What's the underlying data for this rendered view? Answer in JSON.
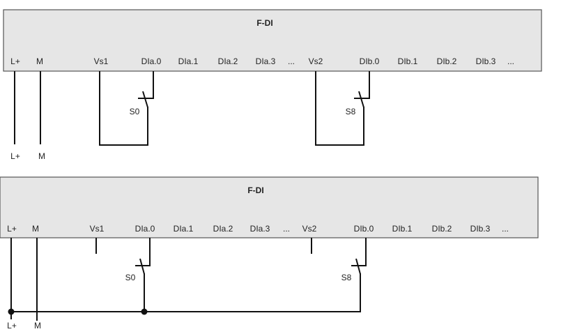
{
  "diagrams": [
    {
      "title": "F-DI",
      "terminals": [
        "L+",
        "M",
        "Vs1",
        "DIa.0",
        "DIa.1",
        "DIa.2",
        "DIa.3",
        "...",
        "Vs2",
        "DIb.0",
        "DIb.1",
        "DIb.2",
        "DIb.3",
        "..."
      ],
      "switches": [
        "S0",
        "S8"
      ],
      "supply": [
        "L+",
        "M"
      ]
    },
    {
      "title": "F-DI",
      "terminals": [
        "L+",
        "M",
        "Vs1",
        "DIa.0",
        "DIa.1",
        "DIa.2",
        "DIa.3",
        "...",
        "Vs2",
        "DIb.0",
        "DIb.1",
        "DIb.2",
        "DIb.3",
        "..."
      ],
      "switches": [
        "S0",
        "S8"
      ],
      "supply": [
        "L+",
        "M"
      ]
    }
  ]
}
